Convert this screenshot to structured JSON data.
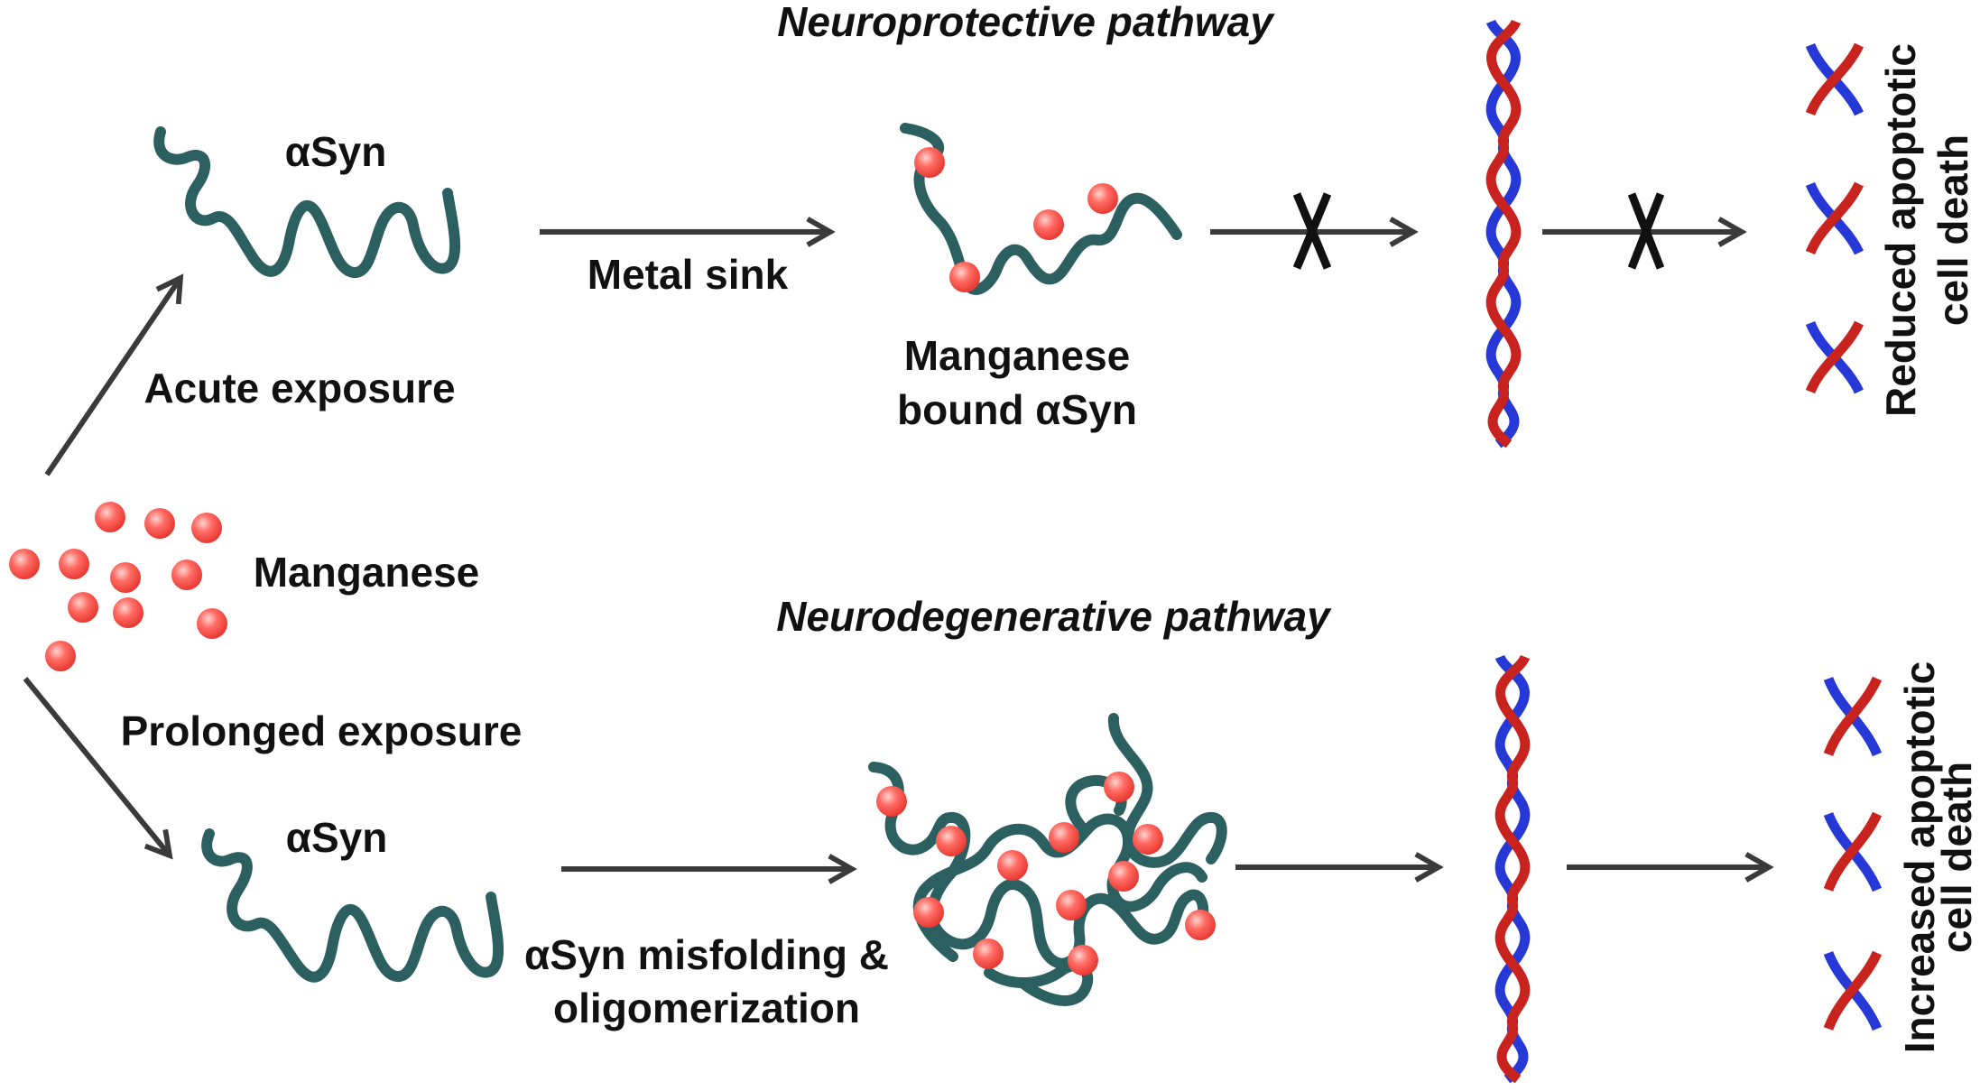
{
  "colors": {
    "manganese": "#ff5a55",
    "protein": "#2c5f60",
    "dna_red": "#c8231e",
    "dna_blue": "#2638d6",
    "arrow": "#3a3a3a"
  },
  "labels": {
    "neuroprotective": "Neuroprotective pathway",
    "neurodegenerative": "Neurodegenerative pathway",
    "asyn_top": "αSyn",
    "asyn_bottom": "αSyn",
    "metal_sink": "Metal sink",
    "manganese_bound_1": "Manganese",
    "manganese_bound_2": "bound αSyn",
    "acute_exposure": "Acute exposure",
    "manganese": "Manganese",
    "prolonged_exposure": "Prolonged exposure",
    "misfolding_1": "αSyn misfolding &",
    "misfolding_2": "oligomerization",
    "reduced_1": "Reduced apoptotic",
    "reduced_2": "cell death",
    "increased_1": "Increased apoptotic",
    "increased_2": "cell death"
  },
  "icons": {
    "manganese_ion": "red-sphere",
    "alpha_synuclein": "teal-coil",
    "dna": "double-helix",
    "block": "x-mark"
  }
}
